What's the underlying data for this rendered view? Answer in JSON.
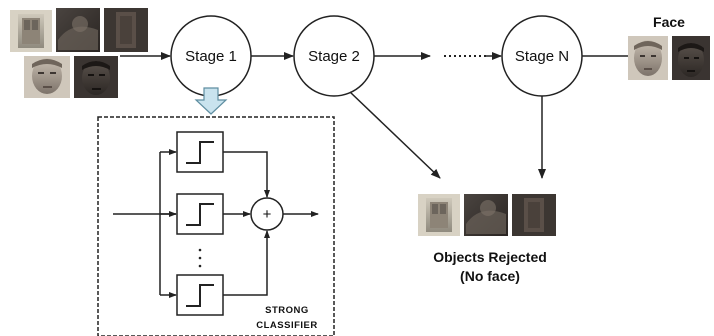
{
  "diagram": {
    "stages": [
      {
        "label": "Stage 1"
      },
      {
        "label": "Stage 2"
      },
      {
        "label": "Stage N"
      }
    ],
    "face_label": "Face",
    "rejected_label_line1": "Objects Rejected",
    "rejected_label_line2": "(No face)",
    "sum_symbol": "+",
    "ellipsis": "·",
    "strong_classifier_line1": "STRONG",
    "strong_classifier_line2": "CLASSIFIER"
  }
}
